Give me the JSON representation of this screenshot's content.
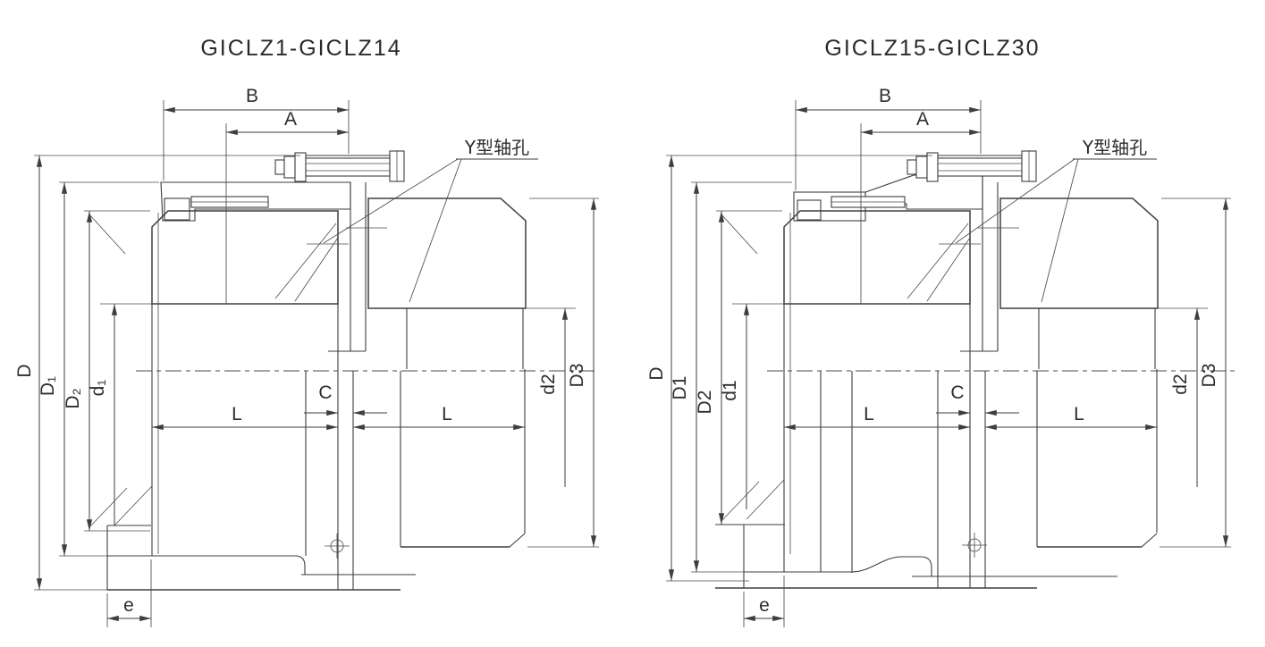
{
  "page": {
    "background": "#ffffff",
    "line_color": "#3e3e3e"
  },
  "diagrams": {
    "left": {
      "title": "GICLZ1-GICLZ14",
      "labels": {
        "B": "B",
        "A": "A",
        "shaft_hole": "Y型轴孔",
        "D": "D",
        "D1": "D₁",
        "D2": "D₂",
        "d1": "d₁",
        "C": "C",
        "L_left": "L",
        "L_right": "L",
        "d2": "d2",
        "D3": "D3",
        "e": "e"
      }
    },
    "right": {
      "title": "GICLZ15-GICLZ30",
      "labels": {
        "B": "B",
        "A": "A",
        "shaft_hole": "Y型轴孔",
        "D": "D",
        "D1": "D1",
        "D2": "D2",
        "d1": "d1",
        "C": "C",
        "L_left": "L",
        "L_right": "L",
        "d2": "d2",
        "D3": "D3",
        "e": "e"
      }
    }
  }
}
